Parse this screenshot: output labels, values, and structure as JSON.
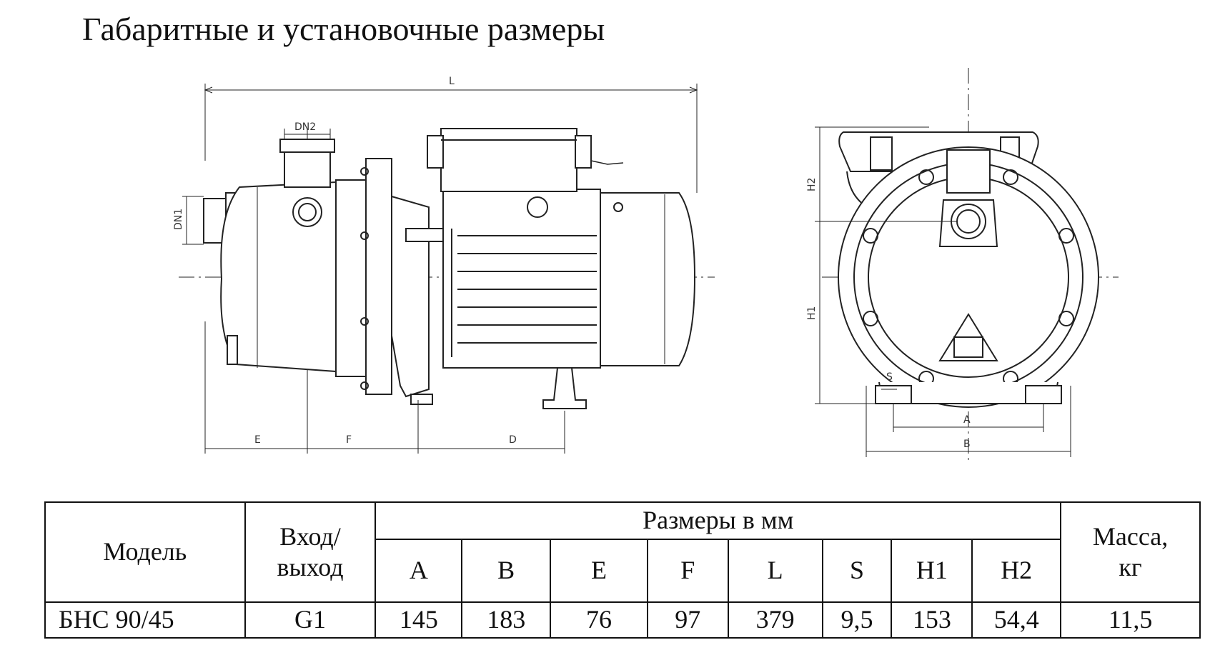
{
  "title": "Габаритные и установочные размеры",
  "drawing": {
    "dimension_labels": {
      "L": "L",
      "DN2": "DN2",
      "DN1": "DN1",
      "E": "E",
      "F": "F",
      "D": "D",
      "H1": "H1",
      "H2": "H2",
      "S": "S",
      "A": "A",
      "B": "B"
    }
  },
  "table": {
    "headers": {
      "model": "Модель",
      "inlet_outlet": "Вход/\nвыход",
      "dimensions_group": "Размеры в мм",
      "mass": "Масса,\nкг",
      "A": "A",
      "B": "B",
      "E": "E",
      "F": "F",
      "L": "L",
      "S": "S",
      "H1": "H1",
      "H2": "H2"
    },
    "rows": [
      {
        "model": "БНС 90/45",
        "inlet_outlet": "G1",
        "A": "145",
        "B": "183",
        "E": "76",
        "F": "97",
        "L": "379",
        "S": "9,5",
        "H1": "153",
        "H2": "54,4",
        "mass": "11,5"
      }
    ]
  }
}
